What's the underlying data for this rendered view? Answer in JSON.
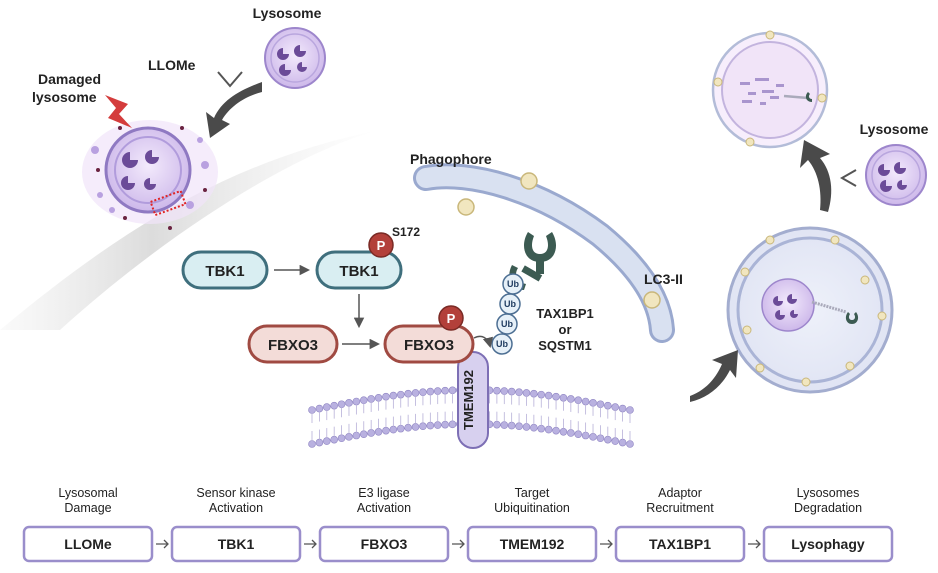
{
  "labels": {
    "lysosome_top": "Lysosome",
    "llome": "LLOMe",
    "damaged_lysosome_line1": "Damaged",
    "damaged_lysosome_line2": "lysosome",
    "phagophore": "Phagophore",
    "s172": "S172",
    "phospho": "P",
    "lc3": "LC3-II",
    "adaptor_line1": "TAX1BP1",
    "adaptor_line2": "or",
    "adaptor_line3": "SQSTM1",
    "lysosome_right": "Lysosome",
    "tmem192": "TMEM192",
    "ub": "Ub"
  },
  "proteins": {
    "tbk1_inactive": "TBK1",
    "tbk1_active": "TBK1",
    "fbxo3_inactive": "FBXO3",
    "fbxo3_active": "FBXO3"
  },
  "steps": [
    {
      "head1": "Lysosomal",
      "head2": "Damage",
      "box": "LLOMe"
    },
    {
      "head1": "Sensor kinase",
      "head2": "Activation",
      "box": "TBK1"
    },
    {
      "head1": "E3 ligase",
      "head2": "Activation",
      "box": "FBXO3"
    },
    {
      "head1": "Target",
      "head2": "Ubiquitination",
      "box": "TMEM192"
    },
    {
      "head1": "Adaptor",
      "head2": "Recruitment",
      "box": "TAX1BP1"
    },
    {
      "head1": "Lysosomes",
      "head2": "Degradation",
      "box": "Lysophagy"
    }
  ],
  "colors": {
    "tbk1_fill": "#d9eef2",
    "tbk1_stroke": "#3f6f7d",
    "fbxo3_fill": "#f3dcd8",
    "fbxo3_stroke": "#a04a42",
    "phospho": "#b3403a",
    "membrane": "#b9b1e0",
    "step_stroke": "#9a8ecb",
    "arrow_dark": "#4a4a4a",
    "phagophore": "#c8d4ea",
    "lysosome": "#d9c8f0"
  }
}
